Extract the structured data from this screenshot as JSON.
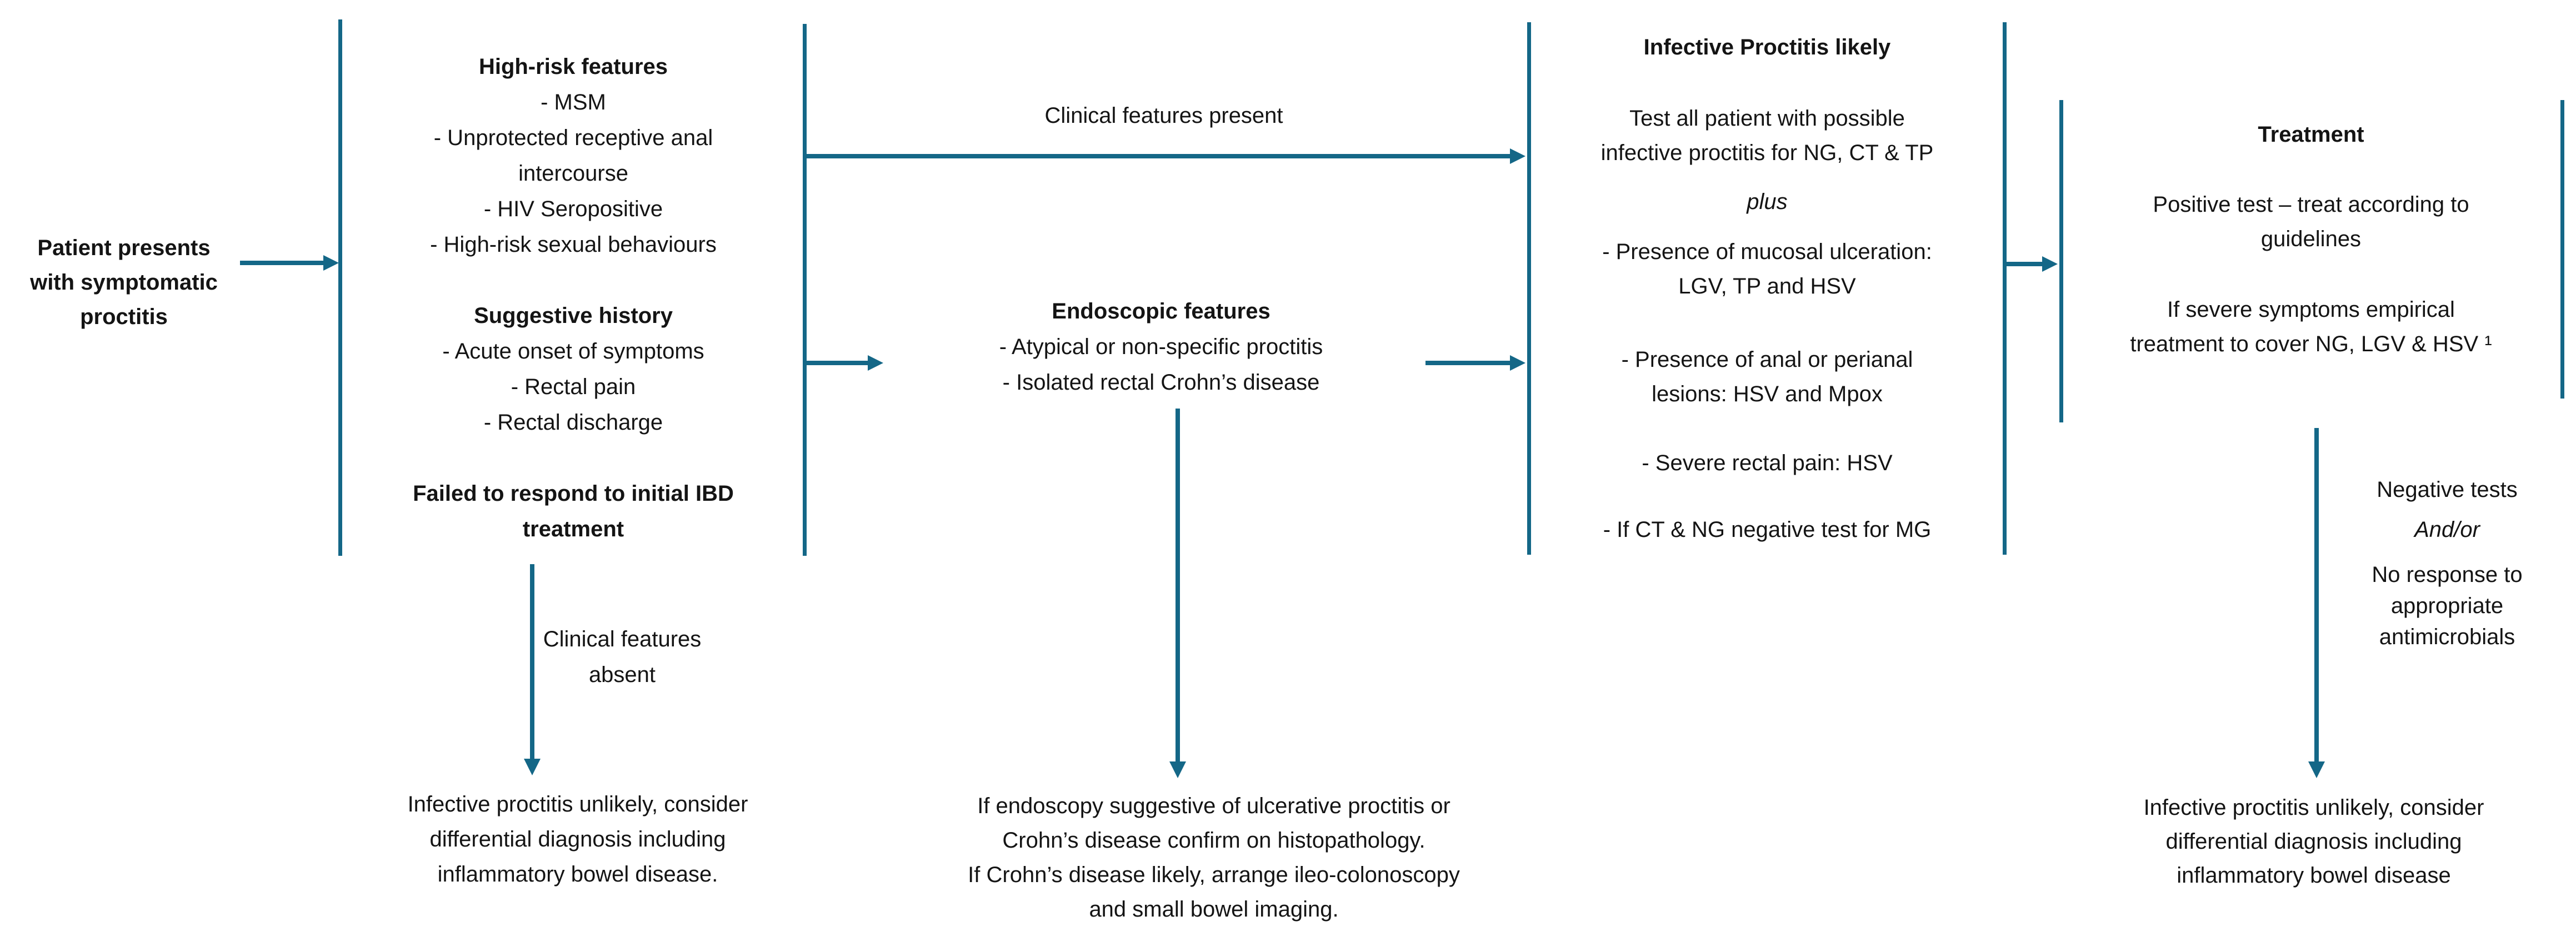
{
  "colors": {
    "accent": "#146787",
    "text": "#141414",
    "background": "#ffffff"
  },
  "nodes": {
    "patient": {
      "lines": [
        {
          "t": "Patient presents",
          "b": 1
        },
        {
          "t": "with symptomatic",
          "b": 1
        },
        {
          "t": "proctitis",
          "b": 1
        }
      ]
    },
    "risk_column": {
      "p1": {
        "lines": [
          {
            "t": "High-risk features",
            "b": 1
          },
          {
            "t": "- MSM"
          },
          {
            "t": "- Unprotected receptive anal"
          },
          {
            "t": "intercourse"
          },
          {
            "t": "- HIV Seropositive"
          },
          {
            "t": "- High-risk sexual behaviours"
          }
        ]
      },
      "p2": {
        "lines": [
          {
            "t": "Suggestive history",
            "b": 1
          },
          {
            "t": "- Acute onset of symptoms"
          },
          {
            "t": "- Rectal pain"
          },
          {
            "t": "- Rectal discharge"
          }
        ]
      },
      "p3": {
        "lines": [
          {
            "t": "Failed to respond to initial IBD",
            "b": 1
          },
          {
            "t": "treatment",
            "b": 1
          }
        ]
      }
    },
    "clinical_present": {
      "lines": [
        {
          "t": "Clinical features present"
        }
      ]
    },
    "clinical_absent": {
      "lines": [
        {
          "t": "Clinical features"
        },
        {
          "t": "absent"
        }
      ]
    },
    "endoscopic": {
      "lines": [
        {
          "t": "Endoscopic features",
          "b": 1
        },
        {
          "t": "- Atypical or non-specific proctitis"
        },
        {
          "t": "- Isolated rectal Crohn’s disease"
        }
      ]
    },
    "infective": {
      "title": {
        "lines": [
          {
            "t": "Infective Proctitis likely",
            "b": 1
          }
        ]
      },
      "p1": {
        "lines": [
          {
            "t": "Test all patient with possible"
          },
          {
            "t": "infective proctitis for NG, CT & TP"
          }
        ]
      },
      "p2": {
        "lines": [
          {
            "t": "plus",
            "i": 1
          }
        ]
      },
      "p3": {
        "lines": [
          {
            "t": "- Presence of mucosal ulceration:"
          },
          {
            "t": "LGV, TP and HSV"
          }
        ]
      },
      "p4": {
        "lines": [
          {
            "t": "- Presence of anal or perianal"
          },
          {
            "t": "lesions: HSV and Mpox"
          }
        ]
      },
      "p5": {
        "lines": [
          {
            "t": "- Severe rectal pain: HSV"
          }
        ]
      },
      "p6": {
        "lines": [
          {
            "t": "- If CT & NG negative test for MG"
          }
        ]
      }
    },
    "treatment": {
      "title": {
        "lines": [
          {
            "t": "Treatment",
            "b": 1
          }
        ]
      },
      "p1": {
        "lines": [
          {
            "t": "Positive test – treat according to"
          },
          {
            "t": "guidelines"
          }
        ]
      },
      "p2": {
        "lines": [
          {
            "t": "If severe symptoms empirical"
          },
          {
            "t": "treatment to cover NG, LGV & HSV ¹"
          }
        ]
      }
    },
    "negative": {
      "p1": {
        "lines": [
          {
            "t": "Negative tests"
          }
        ]
      },
      "p2": {
        "lines": [
          {
            "t": "And/or",
            "i": 1
          }
        ]
      },
      "p3": {
        "lines": [
          {
            "t": "No response to"
          },
          {
            "t": "appropriate"
          },
          {
            "t": "antimicrobials"
          }
        ]
      }
    },
    "outcome_left": {
      "lines": [
        {
          "t": "Infective proctitis unlikely, consider"
        },
        {
          "t": "differential diagnosis including"
        },
        {
          "t": "inflammatory bowel disease."
        }
      ]
    },
    "outcome_middle": {
      "lines": [
        {
          "t": "If endoscopy suggestive of ulcerative proctitis or"
        },
        {
          "t": "Crohn’s disease confirm on histopathology."
        },
        {
          "t": "If Crohn’s disease likely, arrange ileo-colonoscopy"
        },
        {
          "t": "and small bowel imaging."
        }
      ]
    },
    "outcome_right": {
      "lines": [
        {
          "t": "Infective proctitis unlikely, consider"
        },
        {
          "t": "differential diagnosis including"
        },
        {
          "t": "inflammatory bowel disease"
        }
      ]
    }
  }
}
